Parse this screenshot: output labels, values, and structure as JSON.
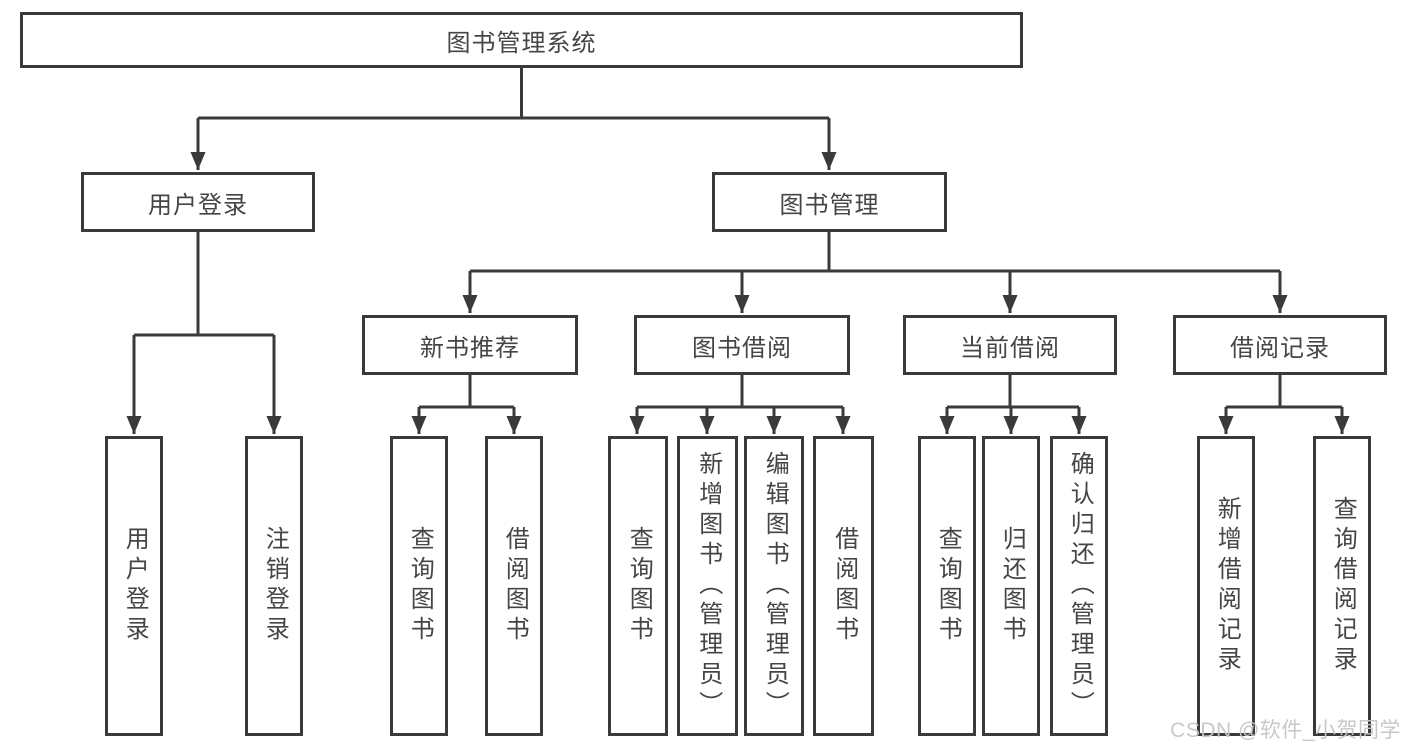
{
  "colors": {
    "line": "#3a3a3a",
    "text": "#454545",
    "background": "#ffffff",
    "watermark_color": "#c6c6c4"
  },
  "nodes": {
    "root": "图书管理系统",
    "user_login": "用户登录",
    "book_management": "图书管理",
    "new_book_recommendation": "新书推荐",
    "book_borrowing": "图书借阅",
    "current_borrowing": "当前借阅",
    "borrowing_records": "借阅记录",
    "leaf_user_login": "用户登录",
    "leaf_logout": "注销登录",
    "leaf_nr_query_books": "查询图书",
    "leaf_nr_borrow_books": "借阅图书",
    "leaf_bb_query_books": "查询图书",
    "leaf_bb_add_books": "新增图书（管理员）",
    "leaf_bb_edit_books": "编辑图书（管理员）",
    "leaf_bb_borrow_books": "借阅图书",
    "leaf_cb_query_books": "查询图书",
    "leaf_cb_return_books": "归还图书",
    "leaf_cb_confirm_return": "确认归还（管理员）",
    "leaf_br_add_record": "新增借阅记录",
    "leaf_br_query_record": "查询借阅记录"
  },
  "watermark": "CSDN @软件_小贺同学"
}
